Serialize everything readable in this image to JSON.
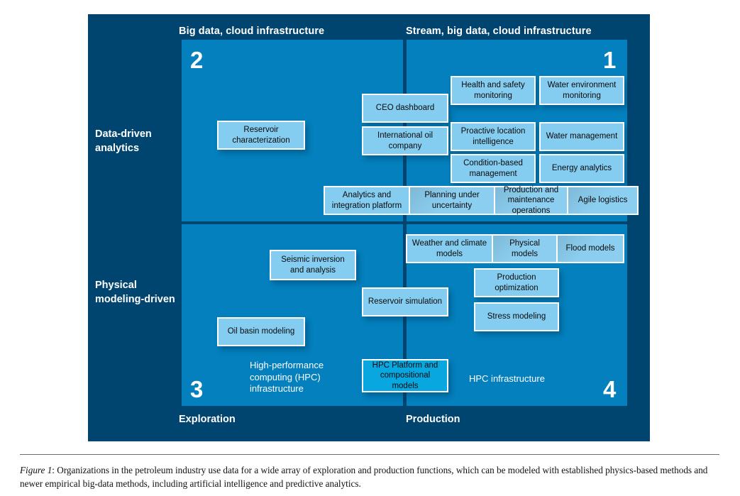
{
  "figure": {
    "column_headers": {
      "left": "Big data, cloud infrastructure",
      "right": "Stream, big data, cloud infrastructure"
    },
    "row_labels": {
      "top": "Data-driven analytics",
      "bottom": "Physical modeling-driven"
    },
    "axis_labels": {
      "left": "Exploration",
      "right": "Production"
    },
    "quadrant_numbers": {
      "q1": "1",
      "q2": "2",
      "q3": "3",
      "q4": "4"
    },
    "nodes": {
      "reservoir_characterization": "Reservoir characterization",
      "ceo_dashboard": "CEO dashboard",
      "international_oil_company": "International oil company",
      "health_and_safety_monitoring": "Health and safety monitoring",
      "water_environment_monitoring": "Water environment monitoring",
      "proactive_location_intelligence": "Proactive location intelligence",
      "water_management": "Water management",
      "condition_based_management": "Condition-based management",
      "energy_analytics": "Energy analytics",
      "analytics_and_integration_platform": "Analytics and integration platform",
      "planning_under_uncertainty": "Planning under uncertainty",
      "production_and_maintenance_operations": "Production and maintenance operations",
      "agile_logistics": "Agile logistics",
      "seismic_inversion_and_analysis": "Seismic inversion and analysis",
      "reservoir_simulation": "Reservoir simulation",
      "oil_basin_modeling": "Oil basin modeling",
      "hpc_platform_and_compositional_models": "HPC Platform and compositional models",
      "weather_and_climate_models": "Weather and climate models",
      "physical_models": "Physical models",
      "flood_models": "Flood models",
      "production_optimization": "Production optimization",
      "stress_modeling": "Stress modeling"
    },
    "plain_labels": {
      "hpc_infrastructure_left": "High-performance computing (HPC) infrastructure",
      "hpc_infrastructure_right": "HPC infrastructure"
    },
    "colors": {
      "panel_navy": "#004570",
      "quadrant_blue": "#0380bd",
      "node_blue": "#85cdf0",
      "node_bright_blue": "#09a7e0",
      "node_border": "#ffffff",
      "caption_rule": "#6d6d6d"
    }
  },
  "caption": {
    "figure_word": "Figure 1",
    "text": ": Organizations in the petroleum industry use data for a wide array of exploration and production functions, which can be modeled with established physics-based methods and newer empirical big-data methods, including artificial intelligence and predictive analytics."
  }
}
